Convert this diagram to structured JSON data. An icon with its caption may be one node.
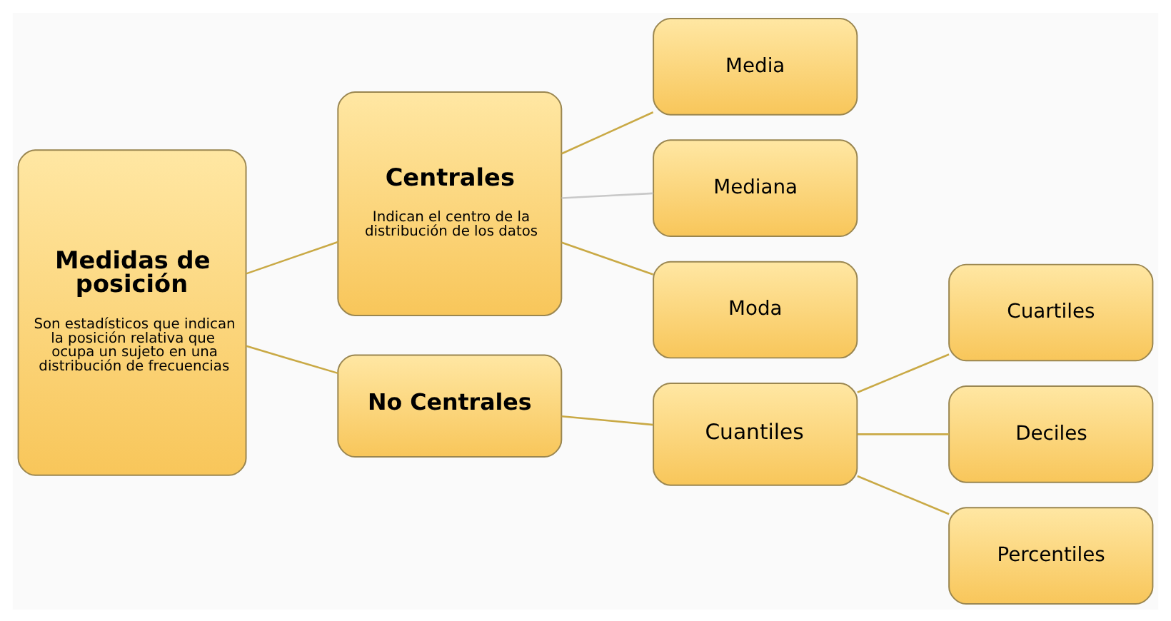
{
  "diagram": {
    "nodes": [
      {
        "text": [
          "Medidas de posición",
          "Son estadísticos que indican la posición relativa que ocupa un sujeto en una distribución de frecuencias"
        ]
      },
      {
        "text": [
          "Centrales",
          "Indican el centro de la distribución de los datos"
        ]
      },
      {
        "text": [
          "No Centrales"
        ]
      },
      {
        "text": [
          "Media"
        ]
      },
      {
        "text": [
          "Mediana"
        ]
      },
      {
        "text": [
          "Moda"
        ]
      },
      {
        "text": [
          "Cuantiles"
        ]
      },
      {
        "text": [
          "Cuartiles"
        ]
      },
      {
        "text": [
          "Deciles"
        ]
      },
      {
        "text": [
          "Percentiles"
        ]
      }
    ],
    "edges": [
      {
        "from": 0,
        "to": 1,
        "arrow": "none"
      },
      {
        "from": 0,
        "to": 2,
        "arrow": "none"
      },
      {
        "from": 1,
        "to": 3,
        "arrow": "none"
      },
      {
        "from": 1,
        "to": 4,
        "arrow": "none",
        "color": "#c8c8c8"
      },
      {
        "from": 1,
        "to": 5,
        "arrow": "none"
      },
      {
        "from": 2,
        "to": 6,
        "arrow": "none"
      },
      {
        "from": 6,
        "to": 7,
        "arrow": "none"
      },
      {
        "from": 6,
        "to": 8,
        "arrow": "none"
      },
      {
        "from": 6,
        "to": 9,
        "arrow": "none"
      }
    ]
  }
}
